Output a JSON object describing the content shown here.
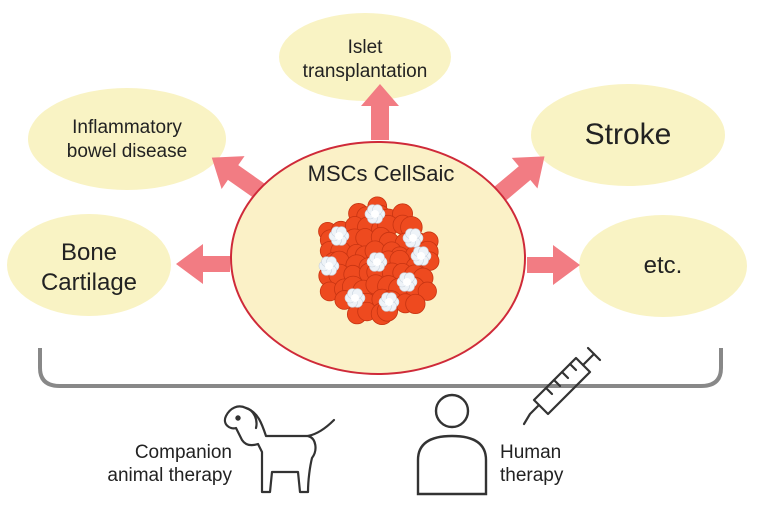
{
  "colors": {
    "ellipse_fill": "#f9f3c4",
    "center_fill": "#fbf1c7",
    "center_stroke": "#cf2a39",
    "arrow": "#f27c83",
    "cell_red": "#ee4a1f",
    "cell_white": "#eef3f8",
    "line": "#333333",
    "bracket": "#888888"
  },
  "center": {
    "title": "MSCs CellSaic"
  },
  "targets": {
    "islet": {
      "line1": "Islet",
      "line2": "transplantation"
    },
    "ibd": {
      "line1": "Inflammatory",
      "line2": "bowel disease"
    },
    "stroke": {
      "label": "Stroke"
    },
    "bone": {
      "line1": "Bone",
      "line2": "Cartilage"
    },
    "etc": {
      "label": "etc."
    }
  },
  "therapies": {
    "companion": {
      "line1": "Companion",
      "line2": "animal therapy",
      "icon": "dog-icon"
    },
    "human": {
      "line1": "Human",
      "line2": "therapy",
      "icon": "person-icon"
    },
    "syringe": {
      "icon": "syringe-icon"
    }
  }
}
